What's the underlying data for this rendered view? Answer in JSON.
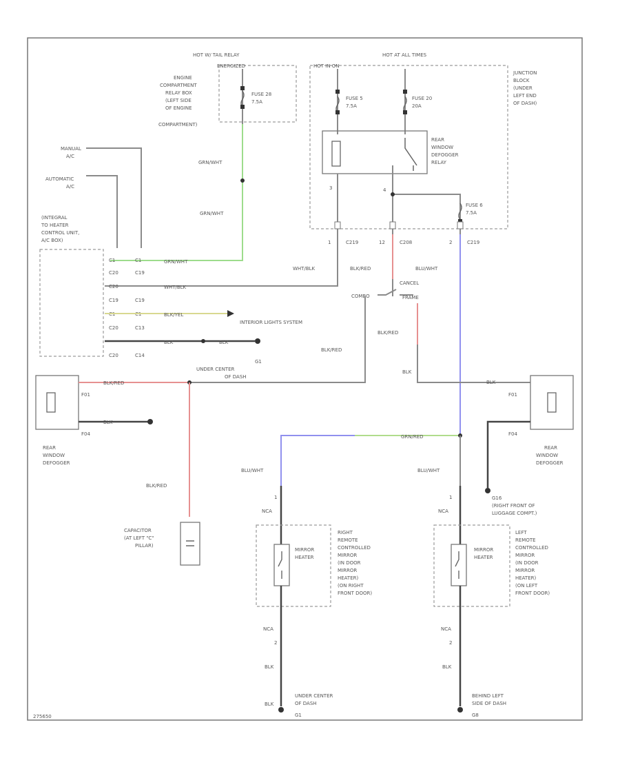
{
  "colors": {
    "frame": "#777777",
    "wire": "#8a8a8a",
    "green_wire": "#9ddc8c",
    "red_wire": "#e69090",
    "blue_wire": "#9090ee",
    "yellow_wire": "#d8d890",
    "dark_wire": "#444444"
  },
  "labels": {
    "hot_tail_relay": "HOT W/ TAIL RELAY",
    "energized": "ENERGIZED",
    "ecrb_1": "ENGINE",
    "ecrb_2": "COMPARTMENT",
    "ecrb_3": "RELAY BOX",
    "ecrb_4": "(LEFT SIDE",
    "ecrb_5": "OF ENGINE",
    "ecrb_6": "COMPARTMENT)",
    "fuse28": "FUSE 28",
    "fuse28_amp": "7.5A",
    "hot_all_times": "HOT AT ALL TIMES",
    "hot_in_on": "HOT IN ON",
    "fuse5": "FUSE 5",
    "fuse5_amp": "7.5A",
    "fuse20": "FUSE 20",
    "fuse20_amp": "20A",
    "relay_1": "REAR",
    "relay_2": "WINDOW",
    "relay_3": "DEFOGGER",
    "relay_4": "RELAY",
    "jb_1": "JUNCTION",
    "jb_2": "BLOCK",
    "jb_3": "(UNDER",
    "jb_4": "LEFT END",
    "jb_5": "OF DASH)",
    "fuse6": "FUSE 6",
    "fuse6_amp": "7.5A",
    "manual_ac_1": "MANUAL",
    "manual_ac_2": "A/C",
    "auto_ac_1": "AUTOMATIC",
    "auto_ac_2": "A/C",
    "hcu_1": "(INTEGRAL",
    "hcu_2": "TO HEATER",
    "hcu_3": "CONTROL UNIT,",
    "hcu_4": "A/C BOX)",
    "grn_wht_1": "GRN/WHT",
    "grn_wht_2": "GRN/WHT",
    "grn_wht_3": "GRN/WHT",
    "wht_blk_1": "WHT/BLK",
    "wht_blk_2": "WHT/BLK",
    "blk_yel": "BLK/YEL",
    "blk_1": "BLK",
    "blk_2": "BLK",
    "interior_lights": "INTERIOR LIGHTS SYSTEM",
    "blk_red_1": "BLK/RED",
    "blk_red_2": "BLK/RED",
    "blk_red_3": "BLK/RED",
    "blk_red_4": "BLK/RED",
    "blk_red_5": "BLK/RED",
    "blu_wht_1": "BLU/WHT",
    "blu_wht_2": "BLU/WHT",
    "blu_wht_3": "BLU/WHT",
    "pin1": "1",
    "pin12": "12",
    "pin3": "3",
    "pin2": "2",
    "pin4": "4",
    "c219a": "C219",
    "c208": "C208",
    "c219b": "C219",
    "c20_1": "C20",
    "c20_2": "C20",
    "c20_3": "C20",
    "c20_4": "C20",
    "c19_1": "C19",
    "c19_2": "C19",
    "c19_3": "C19",
    "c14": "C14",
    "c13": "C13",
    "cl_pin1": "C1",
    "cl_pin2": "C1",
    "cl_pin3": "C1",
    "cl_pin4": "C1",
    "combo": "COMBO",
    "cancel_1": "CANCEL",
    "cancel_2": "FRAME",
    "g1": "G1",
    "under_center_1": "UNDER CENTER",
    "under_center_2": "OF DASH",
    "f01_l": "F01",
    "f04_l": "F04",
    "rwd_l_1": "REAR",
    "rwd_l_2": "WINDOW",
    "rwd_l_3": "DEFOGGER",
    "cap_1": "CAPACITOR",
    "cap_2": "(AT LEFT \"C\"",
    "cap_3": "PILLAR)",
    "grn_red": "GRN/RED",
    "blk_3": "BLK",
    "blk_4": "BLK",
    "f01_r": "F01",
    "f04_r": "F04",
    "rwd_r_1": "REAR",
    "rwd_r_2": "WINDOW",
    "rwd_r_3": "DEFOGGER",
    "g16_1": "G16",
    "g16_2": "(RIGHT FRONT OF",
    "g16_3": "LUGGAGE COMPT.)",
    "nca_1": "NCA",
    "nca_2": "NCA",
    "nca_3": "NCA",
    "nca_4": "NCA",
    "mh_1": "MIRROR",
    "mh_2": "HEATER",
    "mh_3": "MIRROR",
    "mh_4": "HEATER",
    "rrm_1": "RIGHT",
    "rrm_2": "REMOTE",
    "rrm_3": "CONTROLLED",
    "rrm_4": "MIRROR",
    "rrm_5": "(IN DOOR",
    "rrm_6": "MIRROR",
    "rrm_7": "HEATER)",
    "rrm_8": "(ON RIGHT",
    "rrm_9": "FRONT DOOR)",
    "lrm_1": "LEFT",
    "lrm_2": "REMOTE",
    "lrm_3": "CONTROLLED",
    "lrm_4": "MIRROR",
    "lrm_5": "(IN DOOR",
    "lrm_6": "MIRROR",
    "lrm_7": "HEATER)",
    "lrm_8": "(ON LEFT",
    "lrm_9": "FRONT DOOR)",
    "one_l": "1",
    "one_r": "1",
    "two_l": "2",
    "two_r": "2",
    "blk_5": "BLK",
    "blk_6": "BLK",
    "blk_7": "BLK",
    "blk_8": "BLK",
    "gnd_uc_1": "UNDER CENTER",
    "gnd_uc_2": "OF DASH",
    "gnd_uc_3": "G1",
    "gnd_bl_1": "BEHIND LEFT",
    "gnd_bl_2": "SIDE OF DASH",
    "gnd_bl_3": "G8",
    "footer": "275650"
  }
}
